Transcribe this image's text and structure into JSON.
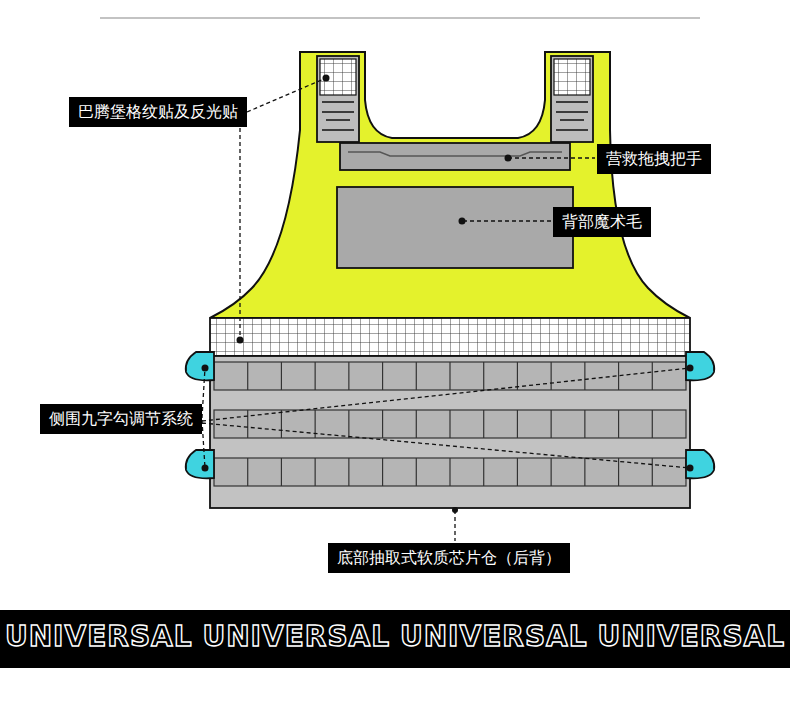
{
  "diagram": {
    "nodes": [
      {
        "text": [
          "巴腾堡格纹贴及反光贴"
        ]
      },
      {
        "text": [
          "营救拖拽把手"
        ]
      },
      {
        "text": [
          "背部魔术毛"
        ]
      },
      {
        "text": [
          "侧围九字勾调节系统"
        ]
      },
      {
        "text": [
          "底部抽取式软质芯片仓（后背）"
        ]
      }
    ],
    "labels": [
      "UNIVERSAL",
      "UNIVERSAL",
      "UNIVERSAL",
      "UNIVERSAL"
    ]
  }
}
